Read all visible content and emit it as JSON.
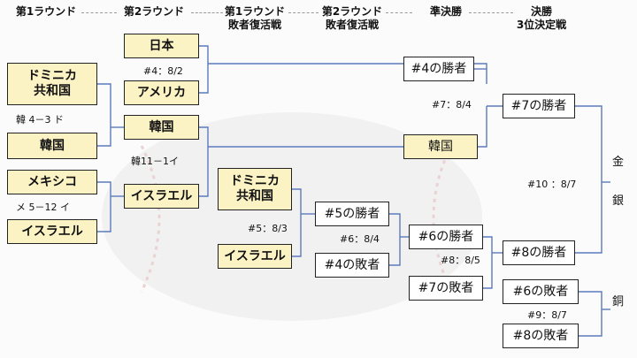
{
  "headers": {
    "round1": "第1ラウンド",
    "round2": "第2ラウンド",
    "repechage1": [
      "第1ラウンド",
      "敗者復活戦"
    ],
    "repechage2": [
      "第2ラウンド",
      "敗者復活戦"
    ],
    "semifinal": "準決勝",
    "final": [
      "決勝",
      "3位決定戦"
    ]
  },
  "teams": {
    "dominican": [
      "ドミニカ",
      "共和国"
    ],
    "korea": "韓国",
    "mexico": "メキシコ",
    "israel": "イスラエル",
    "japan": "日本",
    "usa": "アメリカ",
    "korea_r2": "韓国",
    "israel_r2": "イスラエル",
    "dominican_rep": [
      "ドミニカ",
      "共和国"
    ],
    "israel_rep": "イスラエル",
    "winner4": "#4の勝者",
    "korea_semi": "韓国",
    "winner5": "#5の勝者",
    "loser4": "#4の敗者",
    "winner6": "#6の勝者",
    "loser7": "#7の敗者",
    "winner7": "#7の勝者",
    "winner8": "#8の勝者",
    "loser6": "#6の敗者",
    "loser8": "#8の敗者"
  },
  "labels": {
    "score1": "韓 4－3 ド",
    "score2": "メ 5－12 イ",
    "score3": "韓11－1イ",
    "game4": "#4：8/2",
    "game5": "#5：8/3",
    "game6": "#6：8/4",
    "game7": "#7：8/4",
    "game8": "#8：8/5",
    "game9": "#9：8/7",
    "game10": "#10 ：8/7"
  },
  "medals": {
    "gold": "金",
    "silver": "銀",
    "bronze": "銅"
  },
  "colors": {
    "line": "#5b7bbd",
    "highlight": "#fbf3c4"
  }
}
